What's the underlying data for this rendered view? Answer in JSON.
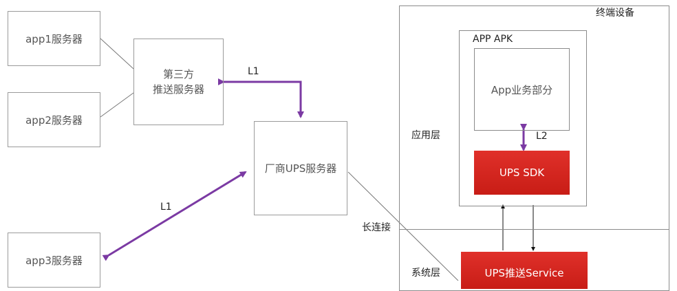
{
  "servers": {
    "app1": "app1服务器",
    "app2": "app2服务器",
    "app3": "app3服务器",
    "third_party_line1": "第三方",
    "third_party_line2": "推送服务器",
    "vendor_ups": "厂商UPS服务器"
  },
  "links": {
    "l1_top": "L1",
    "l1_bottom": "L1",
    "l2": "L2",
    "long_connection": "长连接"
  },
  "device": {
    "title": "终端设备",
    "app_layer": "应用层",
    "system_layer": "系统层",
    "app_apk": "APP APK",
    "app_business": "App业务部分",
    "ups_sdk": "UPS SDK",
    "ups_service": "UPS推送Service"
  },
  "colors": {
    "arrow": "#7b3aa3",
    "red": "#d6261e",
    "border": "#9a9a9a"
  }
}
